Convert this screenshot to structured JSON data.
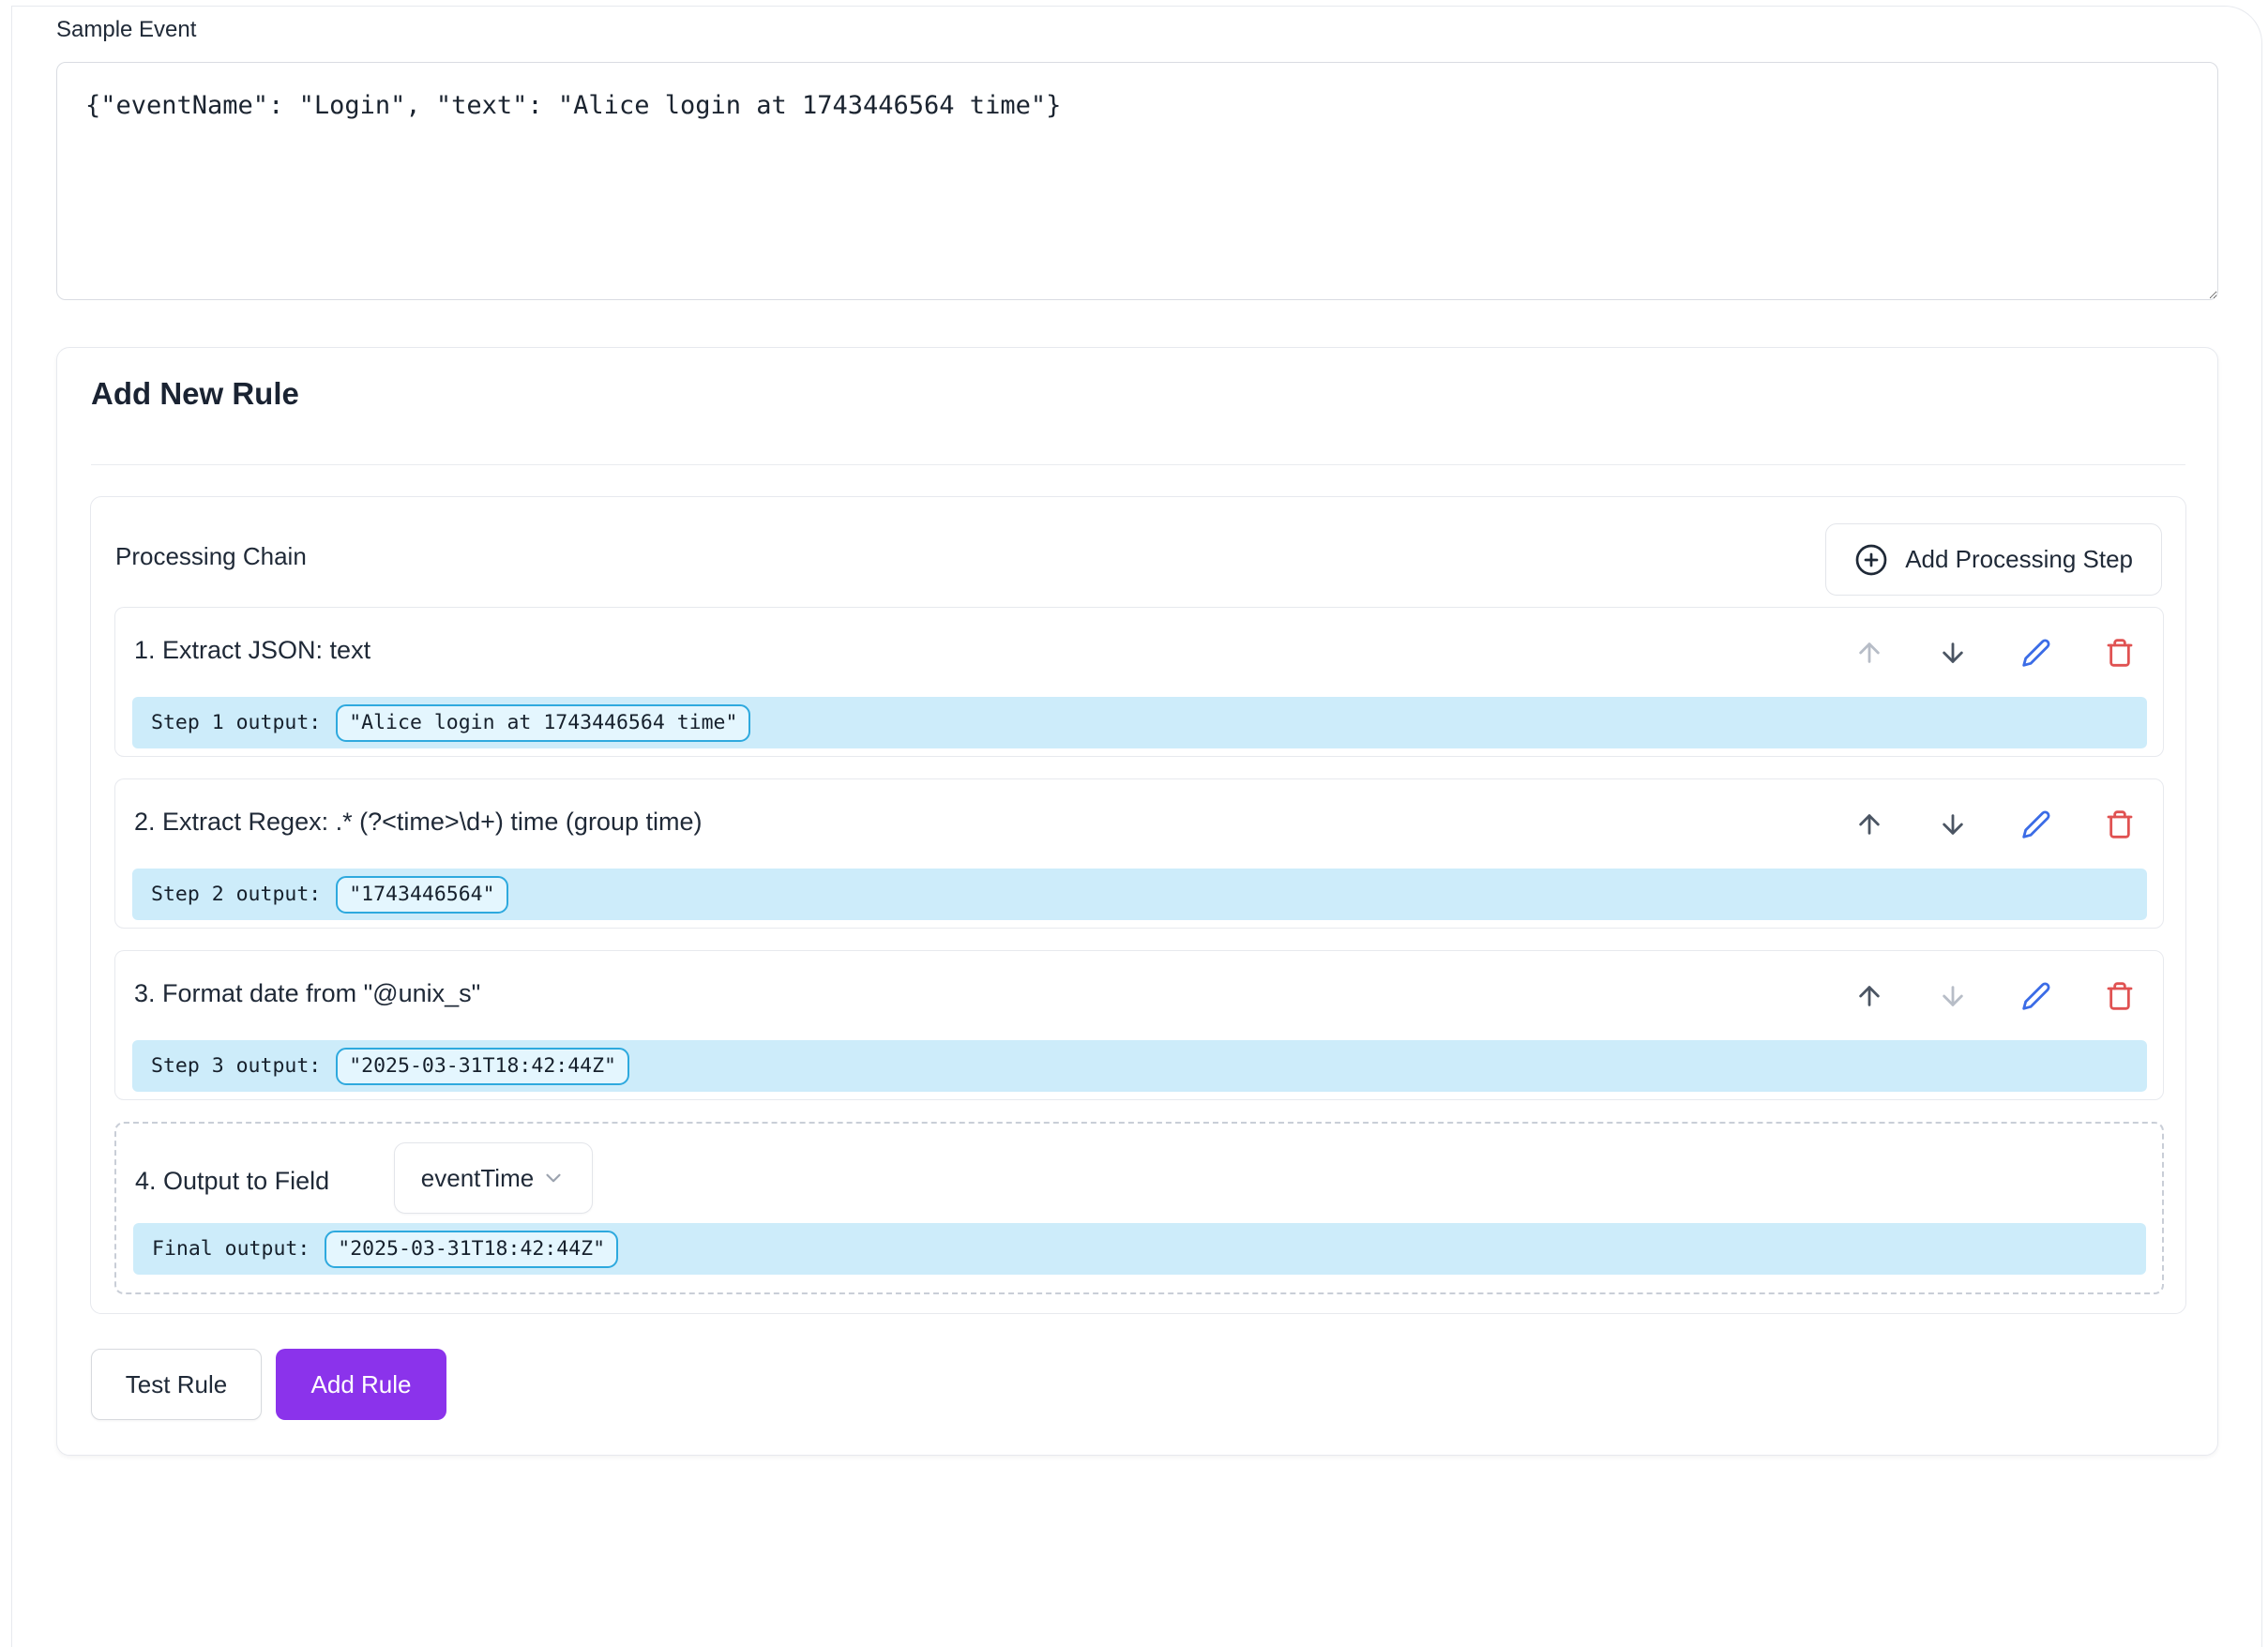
{
  "sample_event": {
    "label": "Sample Event",
    "value": "{\"eventName\": \"Login\", \"text\": \"Alice login at 1743446564 time\"}"
  },
  "add_rule": {
    "title": "Add New Rule",
    "chain": {
      "title": "Processing Chain",
      "add_step_button": "Add Processing Step",
      "steps": [
        {
          "title": "1. Extract JSON: text",
          "output_label": "Step 1 output:",
          "output_value": "\"Alice login at 1743446564 time\"",
          "up_disabled": true,
          "down_disabled": false
        },
        {
          "title": "2. Extract Regex: .* (?<time>\\d+) time (group time)",
          "output_label": "Step 2 output:",
          "output_value": "\"1743446564\"",
          "up_disabled": false,
          "down_disabled": false
        },
        {
          "title": "3. Format date from \"@unix_s\"",
          "output_label": "Step 3 output:",
          "output_value": "\"2025-03-31T18:42:44Z\"",
          "up_disabled": false,
          "down_disabled": true
        }
      ],
      "output_step": {
        "title": "4. Output to Field",
        "field_selected": "eventTime",
        "output_label": "Final output:",
        "output_value": "\"2025-03-31T18:42:44Z\""
      }
    },
    "actions": {
      "test_button": "Test Rule",
      "add_button": "Add Rule"
    }
  },
  "colors": {
    "accent_purple": "#8b33eb",
    "edit_icon_blue": "#3b6ce6",
    "delete_icon_red": "#e05252",
    "output_strip_bg": "#cdecfa",
    "output_badge_bg": "#e4f6fe",
    "output_badge_border": "#2ea9de"
  }
}
